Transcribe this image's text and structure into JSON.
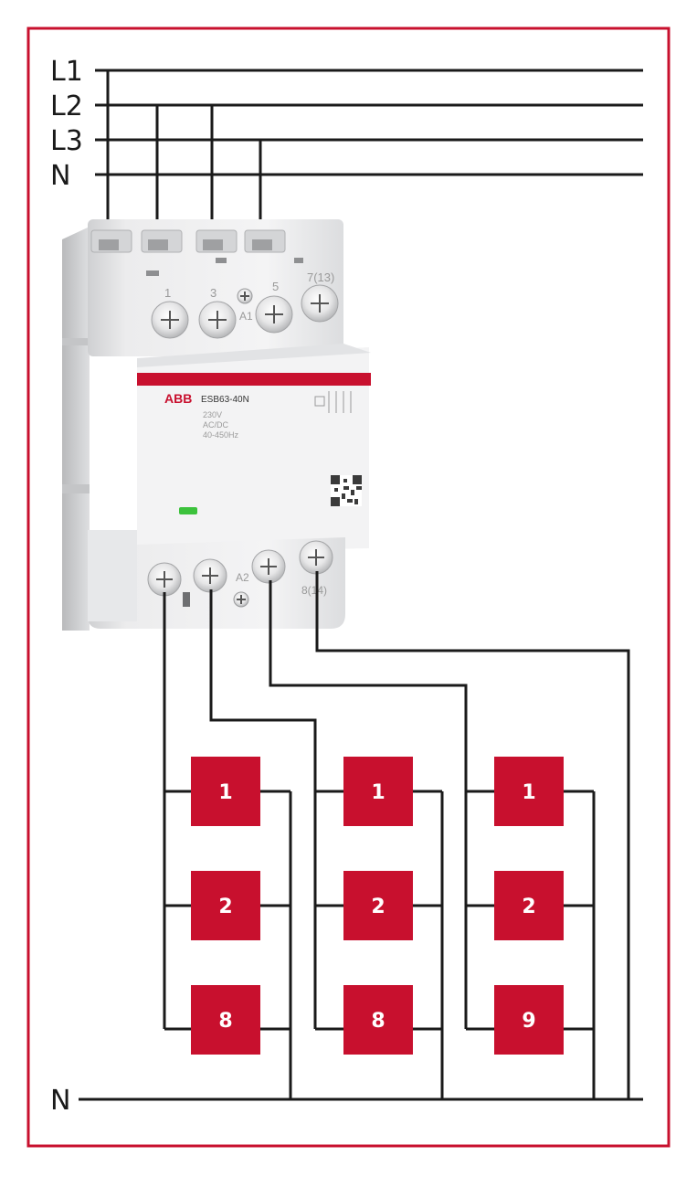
{
  "lines": {
    "l1": "L1",
    "l2": "L2",
    "l3": "L3",
    "n_top": "N",
    "n_bottom": "N"
  },
  "device": {
    "brand": "ABB",
    "model": "ESB63-40N",
    "rating_voltage": "230V",
    "rating_type": "AC/DC",
    "rating_freq": "40-450Hz",
    "top_terminals": [
      "1",
      "3",
      "5",
      "7(13)"
    ],
    "coil_top": "A1",
    "coil_bottom": "A2",
    "bottom_terminal_last": "8(14)",
    "status_led_color": "#3cc23c"
  },
  "loads": [
    {
      "labels": [
        "1",
        "2",
        "8"
      ]
    },
    {
      "labels": [
        "1",
        "2",
        "8"
      ]
    },
    {
      "labels": [
        "1",
        "2",
        "9"
      ]
    }
  ],
  "colors": {
    "frame": "#c8102e",
    "load": "#c8102e",
    "wire": "#1a1a1a"
  }
}
